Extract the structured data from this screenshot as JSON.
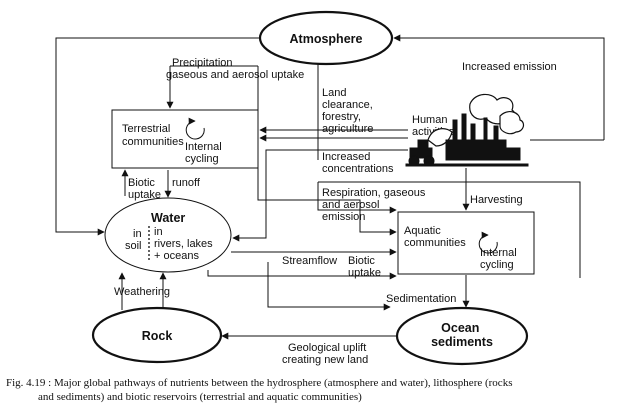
{
  "nodes": {
    "atmosphere": "Atmosphere",
    "terrestrial": [
      "Terrestrial",
      "communities"
    ],
    "internal_cycling_terrestrial": [
      "Internal",
      "cycling"
    ],
    "human": [
      "Human",
      "activities"
    ],
    "water_title": "Water",
    "water_in_soil": [
      "in",
      "soil"
    ],
    "water_in_rivers": [
      "in",
      "rivers, lakes",
      "+ oceans"
    ],
    "aquatic": [
      "Aquatic",
      "communities"
    ],
    "internal_cycling_aquatic": [
      "Internal",
      "cycling"
    ],
    "rock": "Rock",
    "ocean": [
      "Ocean",
      "sediments"
    ]
  },
  "labels": {
    "precipitation": [
      "Precipitation",
      "gaseous and aerosol uptake"
    ],
    "increased_emission": "Increased emission",
    "land_clearance": [
      "Land",
      "clearance,",
      "forestry,",
      "agriculture"
    ],
    "increased_concentrations": [
      "Increased",
      "concentrations"
    ],
    "respiration": [
      "Respiration, gaseous",
      "and aerosol",
      "emission"
    ],
    "harvesting": "Harvesting",
    "biotic_uptake_terrestrial": [
      "Biotic",
      "uptake"
    ],
    "runoff": "runoff",
    "streamflow": "Streamflow",
    "biotic_uptake_aquatic": [
      "Biotic",
      "uptake"
    ],
    "sedimentation": "Sedimentation",
    "weathering": "Weathering",
    "geological_uplift": [
      "Geological uplift",
      "creating new land"
    ]
  },
  "caption": [
    "Fig. 4.19 : Major global pathways of nutrients between the hydrosphere (atmosphere and water), lithosphere (rocks",
    "and sediments) and biotic reservoirs (terrestrial and aquatic communities)"
  ]
}
